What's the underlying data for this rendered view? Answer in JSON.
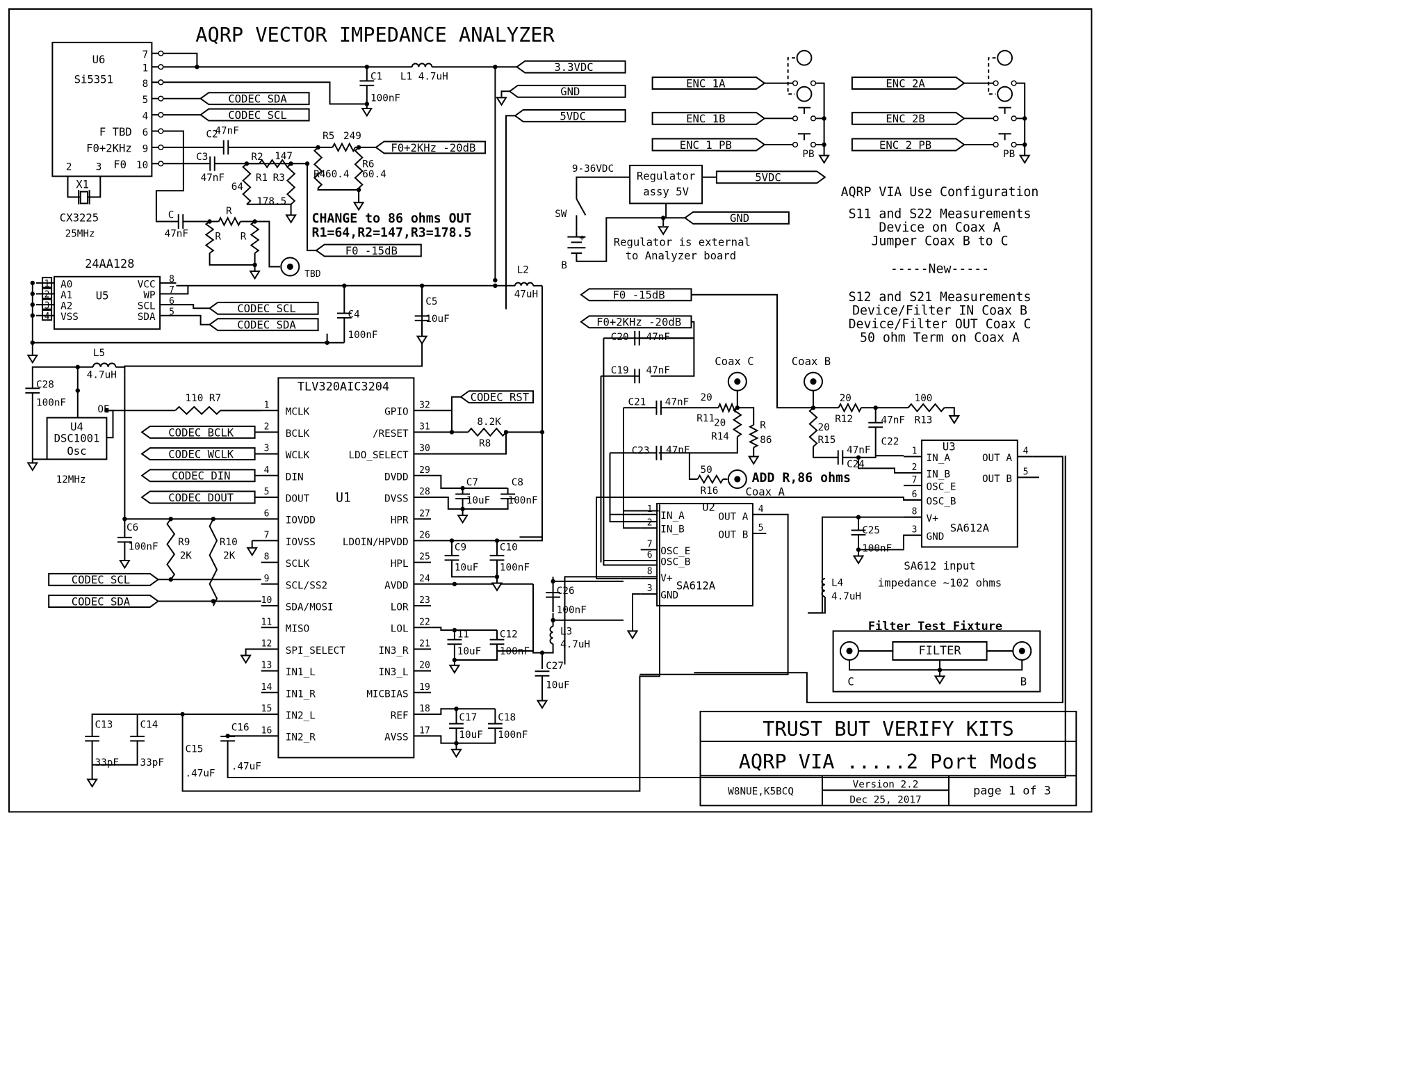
{
  "title": "AQRP VECTOR IMPEDANCE ANALYZER",
  "u6": {
    "ref": "U6",
    "part": "Si5351",
    "pins": [
      "7",
      "1",
      "8",
      "5",
      "4",
      "6",
      "9",
      "10",
      "2",
      "3"
    ],
    "labels": [
      "F TBD",
      "F0+2KHz",
      "F0"
    ],
    "xtal_ref": "X1",
    "xtal_part": "CX3225",
    "xtal_freq": "25MHz"
  },
  "top_rc": {
    "c1": "C1",
    "c1v": "100nF",
    "l1": "L1 4.7uH",
    "c2": "C2",
    "c2v": "47nF",
    "c3": "C3",
    "c3v": "47nF",
    "r5": "R5",
    "r5v": "249",
    "r2": "R2",
    "r2v": "147",
    "r4": "R4",
    "r4v": "60.4",
    "r6": "R6",
    "r6v": "60.4",
    "r1": "R1",
    "r1v": "64",
    "r3": "R3",
    "r3v": "178.5",
    "c": "C",
    "cv": "47nF",
    "r": "R",
    "tbd": "TBD"
  },
  "change_note": [
    "CHANGE to 86 ohms OUT",
    "R1=64,R2=147,R3=178.5"
  ],
  "nets": {
    "v33": "3.3VDC",
    "gnd": "GND",
    "v5": "5VDC",
    "codec_sda": "CODEC SDA",
    "codec_scl": "CODEC SCL",
    "f0_2khz": "F0+2KHz -20dB",
    "f0_15": "F0 -15dB",
    "codec_rst": "CODEC RST",
    "bclk": "CODEC BCLK",
    "wclk": "CODEC WCLK",
    "din": "CODEC DIN",
    "dout": "CODEC DOUT"
  },
  "encoders": {
    "e1a": "ENC 1A",
    "e1b": "ENC 1B",
    "e1pb": "ENC 1 PB",
    "e2a": "ENC 2A",
    "e2b": "ENC 2B",
    "e2pb": "ENC 2 PB",
    "pb": "PB"
  },
  "regulator": {
    "l1": "Regulator",
    "l2": "assy 5V",
    "vin": "9-36VDC",
    "sw": "SW",
    "batt": "B",
    "plus": "+",
    "note": [
      "Regulator is external",
      "to Analyzer board"
    ]
  },
  "config": {
    "title": "AQRP VIA Use Configuration",
    "s11": [
      "S11 and S22 Measurements",
      "Device on Coax A",
      "Jumper Coax B to C"
    ],
    "new": "-----New-----",
    "s12": [
      "S12 and S21 Measurements",
      "Device/Filter IN Coax B",
      "Device/Filter OUT Coax C",
      "50 ohm Term on Coax A"
    ]
  },
  "u5": {
    "title": "24AA128",
    "ref": "U5",
    "lpins": [
      "1",
      "2",
      "3",
      "4"
    ],
    "lnames": [
      "A0",
      "A1",
      "A2",
      "VSS"
    ],
    "rpins": [
      "8",
      "7",
      "6",
      "5"
    ],
    "rnames": [
      "VCC",
      "WP",
      "SCL",
      "SDA"
    ]
  },
  "mid": {
    "l2": "L2",
    "l2v": "47uH",
    "c5": "C5",
    "c5v": "10uF",
    "c4": "C4",
    "c4v": "100nF",
    "l5": "L5",
    "l5v": "4.7uH",
    "c28": "C28",
    "c28v": "100nF",
    "u4": "U4",
    "u4part": "DSC1001",
    "u4b": "Osc",
    "oe": "OE",
    "u4freq": "12MHz"
  },
  "u1": {
    "part": "TLV320AIC3204",
    "ref": "U1",
    "lpins": [
      "1",
      "2",
      "3",
      "4",
      "5",
      "6",
      "7",
      "8",
      "9",
      "10",
      "11",
      "12",
      "13",
      "14",
      "15",
      "16"
    ],
    "lnames": [
      "MCLK",
      "BCLK",
      "WCLK",
      "DIN",
      "DOUT",
      "IOVDD",
      "IOVSS",
      "SCLK",
      "SCL/SS2",
      "SDA/MOSI",
      "MISO",
      "SPI_SELECT",
      "IN1_L",
      "IN1_R",
      "IN2_L",
      "IN2_R"
    ],
    "rpins": [
      "32",
      "31",
      "30",
      "29",
      "28",
      "27",
      "26",
      "25",
      "24",
      "23",
      "22",
      "21",
      "20",
      "19",
      "18",
      "17"
    ],
    "rnames": [
      "GPIO",
      "/RESET",
      "LDO_SELECT",
      "DVDD",
      "DVSS",
      "HPR",
      "LDOIN/HPVDD",
      "HPL",
      "AVDD",
      "LOR",
      "LOL",
      "IN3_R",
      "IN3_L",
      "MICBIAS",
      "REF",
      "AVSS"
    ]
  },
  "u1_parts": {
    "r7": "110 R7",
    "r8": "R8",
    "r8v": "8.2K",
    "c6": "C6",
    "c6v": "100nF",
    "r9": "R9",
    "r9v": "2K",
    "r10": "R10",
    "r10v": "2K",
    "c7": "C7",
    "c7v": "10uF",
    "c8": "C8",
    "c8v": "100nF",
    "c9": "C9",
    "c9v": "10uF",
    "c10": "C10",
    "c10v": "100nF",
    "c11": "11",
    "c11v": "10uF",
    "c12": "C12",
    "c12v": "100nF",
    "c17": "C17",
    "c17v": "10uF",
    "c18": "C18",
    "c18v": "100nF",
    "c13": "C13",
    "c13v": "33pF",
    "c14": "C14",
    "c14v": "33pF",
    "c15": "C15",
    "c15v": ".47uF",
    "c16": "C16",
    "c16v": ".47uF"
  },
  "rf": {
    "c20": "C20",
    "c20v": "47nF",
    "c19": "C19",
    "c19v": "47nF",
    "coaxc": "Coax C",
    "coaxb": "Coax B",
    "coaxa": "Coax A",
    "c21": "C21",
    "c21v": "47nF",
    "r11": "R11",
    "r11v": "20",
    "r14": "R14",
    "r14v": "20",
    "r": "R",
    "rv": "86",
    "c23": "C23",
    "c23v": "47nF",
    "r16": "R16",
    "r16v": "50",
    "add": "ADD R,86 ohms",
    "r12": "R12",
    "r12v": "20",
    "r13": "R13",
    "r13v": "100",
    "r15": "R15",
    "r15v": "20",
    "c22": "C22",
    "c22v": "47nF",
    "c24": "C24",
    "c24v": "47nF",
    "c25": "C25",
    "c25v": "100nF",
    "c26": "C26",
    "c26v": "100nF",
    "l3": "L3",
    "l3v": "4.7uH",
    "l4": "L4",
    "l4v": "4.7uH",
    "c27": "C27",
    "c27v": "10uF",
    "sa_note": [
      "SA612 input",
      "impedance  ~102 ohms"
    ]
  },
  "u2": {
    "ref": "U2",
    "part": "SA612A",
    "lpins": [
      "1",
      "2",
      "7",
      "6",
      "8",
      "3"
    ],
    "lnames": [
      "IN_A",
      "IN_B",
      "OSC_E",
      "OSC_B",
      "V+",
      "GND"
    ],
    "rpins": [
      "4",
      "5"
    ],
    "rnames": [
      "OUT A",
      "OUT B"
    ]
  },
  "u3": {
    "ref": "U3",
    "part": "SA612A",
    "lpins": [
      "1",
      "2",
      "7",
      "6",
      "8",
      "3"
    ],
    "lnames": [
      "IN_A",
      "IN_B",
      "OSC_E",
      "OSC_B",
      "V+",
      "GND"
    ],
    "rpins": [
      "4",
      "5"
    ],
    "rnames": [
      "OUT A",
      "OUT B"
    ]
  },
  "fixture": {
    "title": "Filter Test Fixture",
    "filter": "FILTER",
    "c": "C",
    "b": "B"
  },
  "titleblock": {
    "company": "TRUST BUT VERIFY KITS",
    "project": "AQRP VIA .....2 Port Mods",
    "authors": "W8NUE,K5BCQ",
    "version": "Version 2.2",
    "date": "Dec 25, 2017",
    "page": "page 1 of 3"
  }
}
